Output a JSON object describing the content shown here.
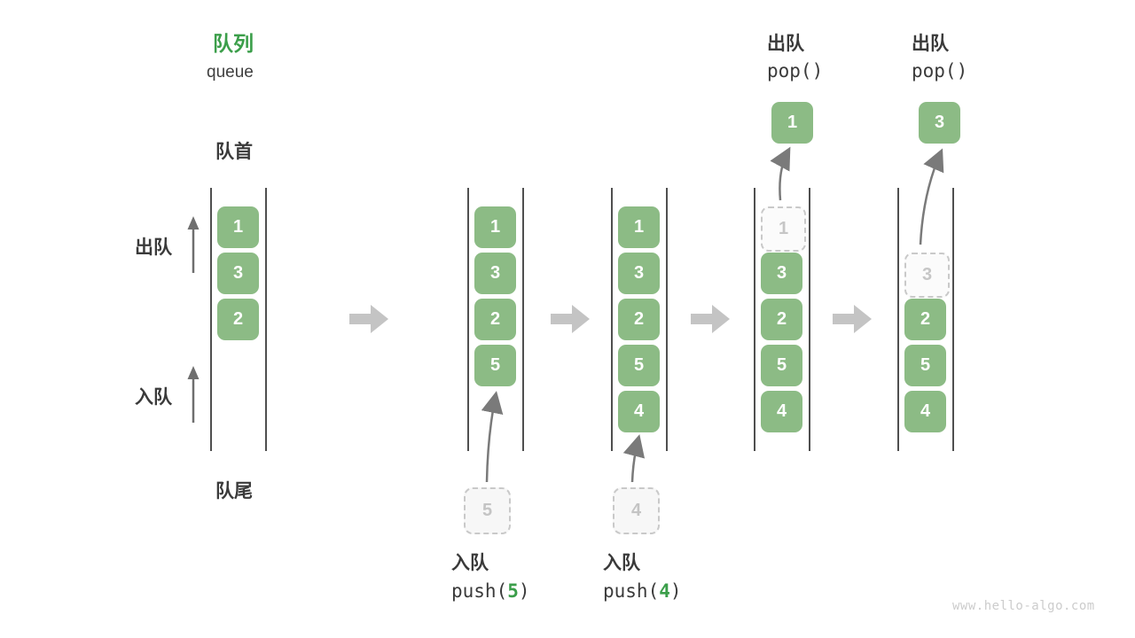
{
  "title": {
    "zh": "队列",
    "en": "queue"
  },
  "labels": {
    "front": "队首",
    "rear": "队尾",
    "dequeue": "出队",
    "enqueue": "入队"
  },
  "colors": {
    "cell_green": "#8cbb85",
    "accent_green": "#3b9e4a",
    "flow_arrow": "#c4c4c4",
    "arrow_gray": "#7a7a7a",
    "text_dark": "#3a3a3a",
    "dashed_gray": "#c9c9c9"
  },
  "queues": [
    {
      "name": "state-initial",
      "cells": [
        {
          "value": "1",
          "type": "solid"
        },
        {
          "value": "3",
          "type": "solid"
        },
        {
          "value": "2",
          "type": "solid"
        }
      ]
    },
    {
      "name": "state-after-push-5",
      "cells": [
        {
          "value": "1",
          "type": "solid"
        },
        {
          "value": "3",
          "type": "solid"
        },
        {
          "value": "2",
          "type": "solid"
        },
        {
          "value": "5",
          "type": "solid"
        }
      ]
    },
    {
      "name": "state-after-push-4",
      "cells": [
        {
          "value": "1",
          "type": "solid"
        },
        {
          "value": "3",
          "type": "solid"
        },
        {
          "value": "2",
          "type": "solid"
        },
        {
          "value": "5",
          "type": "solid"
        },
        {
          "value": "4",
          "type": "solid"
        }
      ]
    },
    {
      "name": "state-pop-1",
      "cells": [
        {
          "value": "1",
          "type": "removed"
        },
        {
          "value": "3",
          "type": "solid"
        },
        {
          "value": "2",
          "type": "solid"
        },
        {
          "value": "5",
          "type": "solid"
        },
        {
          "value": "4",
          "type": "solid"
        }
      ]
    },
    {
      "name": "state-pop-3",
      "cells": [
        {
          "value": "3",
          "type": "removed"
        },
        {
          "value": "2",
          "type": "solid"
        },
        {
          "value": "5",
          "type": "solid"
        },
        {
          "value": "4",
          "type": "solid"
        }
      ]
    }
  ],
  "enqueue_ops": [
    {
      "label": "入队",
      "call_fn": "push(",
      "arg": "5",
      "call_close": ")",
      "staged": "5"
    },
    {
      "label": "入队",
      "call_fn": "push(",
      "arg": "4",
      "call_close": ")",
      "staged": "4"
    }
  ],
  "dequeue_ops": [
    {
      "label": "出队",
      "call": "pop()",
      "result": "1"
    },
    {
      "label": "出队",
      "call": "pop()",
      "result": "3"
    }
  ],
  "watermark": "www.hello-algo.com"
}
